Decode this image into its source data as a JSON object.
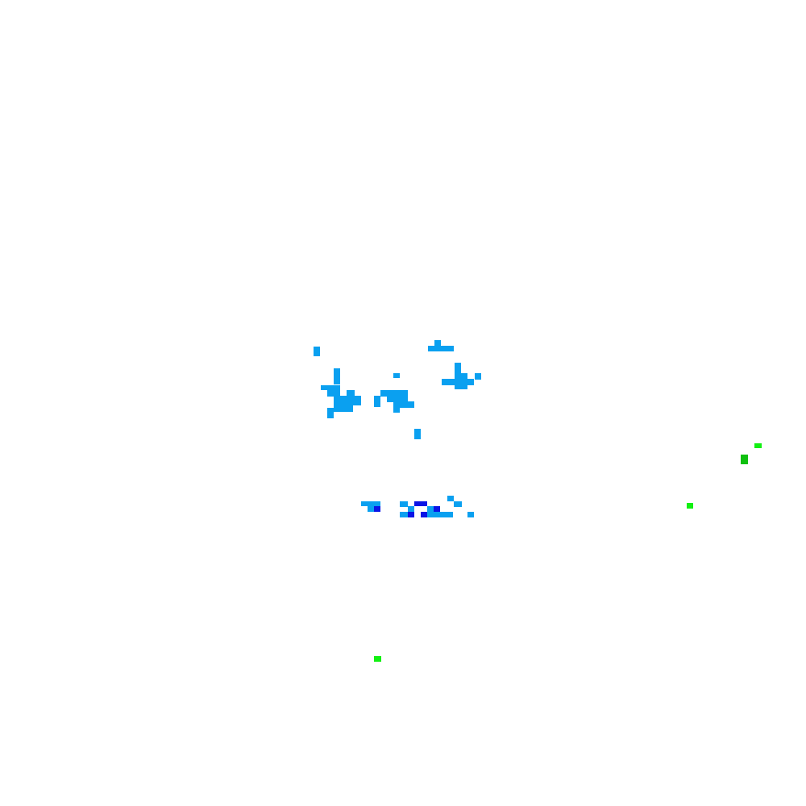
{
  "palette": {
    "light_blue": "#0aa0f0",
    "dark_blue": "#0a14e6",
    "bright_green": "#12f012",
    "dark_green": "#10c010",
    "background": "#ffffff"
  },
  "legend": {
    "cell_types": [
      "light_blue",
      "dark_blue",
      "bright_green",
      "dark_green"
    ]
  }
}
